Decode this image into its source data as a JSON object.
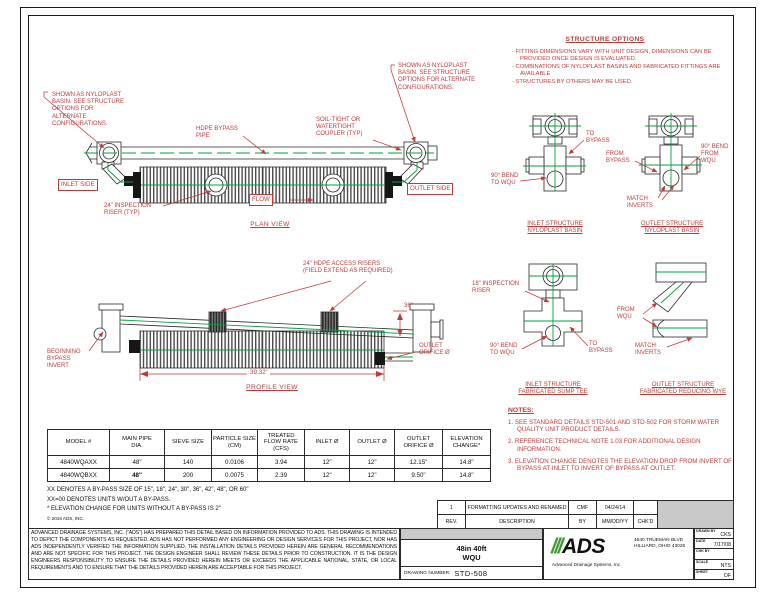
{
  "colors": {
    "annotation_red": "#c13a3a",
    "pipe_green": "#00a33e",
    "line_black": "#2a2a2a",
    "grey_fill": "#c9c9c9",
    "logo_green": "#3f9c35"
  },
  "plan": {
    "title": "PLAN VIEW",
    "callout_left": "SHOWN AS NYLOPLAST\nBASIN. SEE STRUCTURE\nOPTIONS FOR\nALTERNATE\nCONFIGURATIONS.",
    "callout_right": "SHOWN AS NYLOPLAST\nBASIN. SEE STRUCTURE\nOPTIONS FOR ALTERNATE\nCONFIGURATIONS.",
    "hdpe_bypass": "HDPE BYPASS\nPIPE",
    "coupler": "SOIL-TIGHT OR\nWATERTIGHT\nCOUPLER (TYP)",
    "inlet_side": "INLET SIDE",
    "outlet_side": "OUTLET SIDE",
    "inspection_riser": "24\" INSPECTION\nRISER (TYP)",
    "flow": "FLOW"
  },
  "profile": {
    "title": "PROFILE VIEW",
    "access_risers": "24\" HDPE ACCESS RISERS\n(FIELD EXTEND AS REQUIRED)",
    "riser_height": "36\"",
    "beginning_bypass": "BEGINNING\nBYPASS\nINVERT",
    "length_dim": "39.32'",
    "outlet_orifice": "OUTLET\nORIFICE Ø"
  },
  "options": {
    "title": "STRUCTURE OPTIONS",
    "bullets": [
      "- FITTING DIMENSIONS VARY  WITH UNIT DESIGN, DIMENSIONS CAN BE PROVIDED ONCE DESIGN  IS EVALUATED.",
      "- COMBINATIONS OF NYLOPLAST BASINS AND FABRICATED FITTINGS ARE AVAILABLE",
      "- STRUCTURES BY OTHERS MAY BE USED."
    ],
    "to_bypass": "TO\nBYPASS",
    "bend_to_wqu": "90° BEND\nTO WQU",
    "inlet_nyloplast": "INLET STRUCTURE\nNYLOPLAST BASIN",
    "from_bypass": "FROM\nBYPASS",
    "bend_from_wqu": "90° BEND\nFROM\nWQU",
    "match_inverts": "MATCH\nINVERTS",
    "outlet_nyloplast": "OUTLET STRUCTURE\nNYLOPLAST BASIN",
    "inspection_riser_18": "18\" INSPECTION\nRISER",
    "bend_to_wqu_2": "90° BEND\nTO WQU",
    "to_bypass_2": "TO\nBYPASS",
    "inlet_sump_tee": "INLET STRUCTURE\nFABRICATED SUMP TEE",
    "from_wqu": "FROM\nWQU",
    "match_inverts_2": "MATCH\nINVERTS",
    "outlet_reducing_wye": "OUTLET STRUCTURE\nFABRICATED REDUCING WYE"
  },
  "table": {
    "headers": [
      "MODEL #",
      "MAIN PIPE\nDIA.",
      "SIEVE SIZE",
      "PARTICLE SIZE\n(CM)",
      "TREATED\nFLOW RATE\n(CFS)",
      "INLET Ø",
      "OUTLET Ø",
      "OUTLET\nORIFICE Ø",
      "ELEVATION\nCHANGE*"
    ],
    "rows": [
      [
        "4840WQAXX",
        "48\"",
        "140",
        "0.0106",
        "3.94",
        "12\"",
        "12\"",
        "12.15\"",
        "14.8\""
      ],
      [
        "4840WQBXX",
        "48\"",
        "200",
        "0.0075",
        "2.39",
        "12\"",
        "12\"",
        "9.50\"",
        "14.8\""
      ]
    ],
    "footnotes": [
      "XX DENOTES A BY-PASS SIZE OF 15\", 18\", 24\", 30\", 36\", 42\", 48\", OR 60\"",
      "XX=00 DENOTES UNITS W/OUT A BY-PASS.",
      "* ELEVATION CHANGE FOR UNITS WITHOUT A BY-PASS IS 2\""
    ],
    "copyright": "© 2016 ADS, INC."
  },
  "notes": {
    "title": "NOTES:",
    "items": [
      "1. SEE STANDARD DETAILS STD-501 AND STD-502 FOR STORM WATER QUALITY UNIT PRODUCT DETAILS.",
      "2. REFERENCE TECHNICAL NOTE 1.03 FOR ADDITIONAL DESIGN INFORMATION.",
      "3. ELEVATION CHANGE DENOTES THE ELEVATION DROP FROM INVERT OF BYPASS AT INLET TO INVERT OF BYPASS AT OUTLET."
    ]
  },
  "revision": {
    "entry": {
      "rev": "1",
      "description": "FORMATTING UPDATES AND RENAMED",
      "by": "CMF",
      "date": "04/24/14",
      "chkd": ""
    },
    "headers": {
      "rev": "REV.",
      "description": "DESCRIPTION",
      "by": "BY",
      "date": "MM/DD/YY",
      "chkd": "CHK'D"
    }
  },
  "title_block": {
    "disclaimer": "ADVANCED DRAINAGE SYSTEMS, INC. (\"ADS\") HAS PREPARED THIS DETAIL BASED ON INFORMATION PROVIDED TO ADS.  THIS DRAWING IS INTENDED TO DEPICT THE COMPONENTS AS REQUESTED.  ADS HAS NOT PERFORMED ANY ENGINEERING OR DESIGN SERVICES FOR THIS PROJECT, NOR HAS ADS INDEPENDENTLY VERIFIED THE INFORMATION SUPPLIED.  THE INSTALLATION DETAILS PROVIDED HEREIN ARE GENERAL RECOMMENDATIONS AND ARE NOT SPECIFIC FOR THIS PROJECT.  THE DESIGN ENGINEER SHALL REVIEW THESE DETAILS PRIOR TO CONSTRUCTION.  IT IS THE DESIGN ENGINEERS RESPONSIBILITY TO ENSURE THE DETAILS PROVIDED HEREIN MEETS OR EXCEEDS THE APPLICABLE NATIONAL, STATE, OR LOCAL REQUIREMENTS AND TO ENSURE THAT THE DETAILS PROVIDED HEREIN ARE ACCEPTABLE FOR THIS PROJECT.",
    "drawing_title_line1": "48in  40ft",
    "drawing_title_line2": "WQU",
    "drawing_number_label": "DRAWING NUMBER:",
    "drawing_number": "STD-508",
    "logo_slashes": "///",
    "logo_text": "ADS",
    "logo_subtitle": "Advanced Drainage Systems, Inc.",
    "address": "4640 TRUEMAN BLVD\nHILLIARD, OHIO 43026",
    "fields": [
      {
        "label": "DRAWN BY",
        "value": "CKS"
      },
      {
        "label": "DATE",
        "value": "7/17/08"
      },
      {
        "label": "CHK BY",
        "value": ""
      },
      {
        "label": "SCALE",
        "value": "NTS"
      },
      {
        "label": "SHEET",
        "value": "OF"
      }
    ]
  }
}
